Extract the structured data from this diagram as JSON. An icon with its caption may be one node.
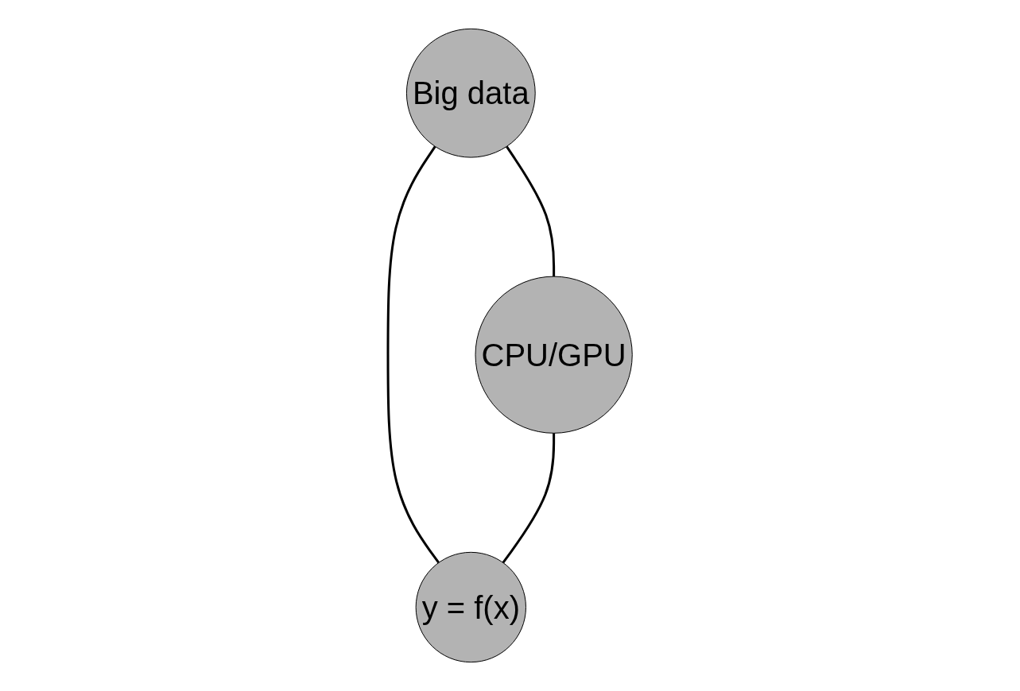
{
  "diagram": {
    "nodes": [
      {
        "text": [
          "Big data"
        ]
      },
      {
        "text": [
          "CPU/GPU"
        ]
      },
      {
        "text": [
          "y = f(x)"
        ]
      }
    ],
    "edges": [
      {
        "from": 0,
        "to": 1,
        "arrow": "none"
      },
      {
        "from": 0,
        "to": 2,
        "arrow": "none"
      },
      {
        "from": 1,
        "to": 2,
        "arrow": "none"
      }
    ]
  }
}
